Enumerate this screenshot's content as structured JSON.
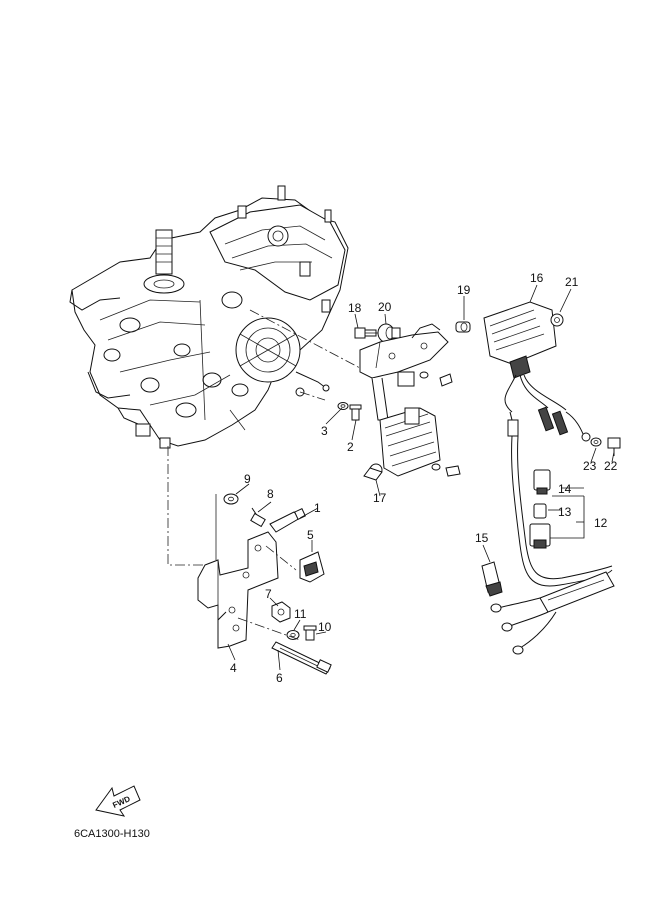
{
  "callouts": [
    {
      "id": "1",
      "label": "1"
    },
    {
      "id": "2",
      "label": "2"
    },
    {
      "id": "3",
      "label": "3"
    },
    {
      "id": "4",
      "label": "4"
    },
    {
      "id": "5",
      "label": "5"
    },
    {
      "id": "6",
      "label": "6"
    },
    {
      "id": "7",
      "label": "7"
    },
    {
      "id": "8",
      "label": "8"
    },
    {
      "id": "9",
      "label": "9"
    },
    {
      "id": "10",
      "label": "10"
    },
    {
      "id": "11",
      "label": "11"
    },
    {
      "id": "12",
      "label": "12"
    },
    {
      "id": "13",
      "label": "13"
    },
    {
      "id": "14",
      "label": "14"
    },
    {
      "id": "15",
      "label": "15"
    },
    {
      "id": "16",
      "label": "16"
    },
    {
      "id": "17",
      "label": "17"
    },
    {
      "id": "18",
      "label": "18"
    },
    {
      "id": "19",
      "label": "19"
    },
    {
      "id": "20",
      "label": "20"
    },
    {
      "id": "21",
      "label": "21"
    },
    {
      "id": "22",
      "label": "22"
    },
    {
      "id": "23",
      "label": "23"
    }
  ],
  "fwd_label": "FWD",
  "diagram_code": "6CA1300-H130"
}
